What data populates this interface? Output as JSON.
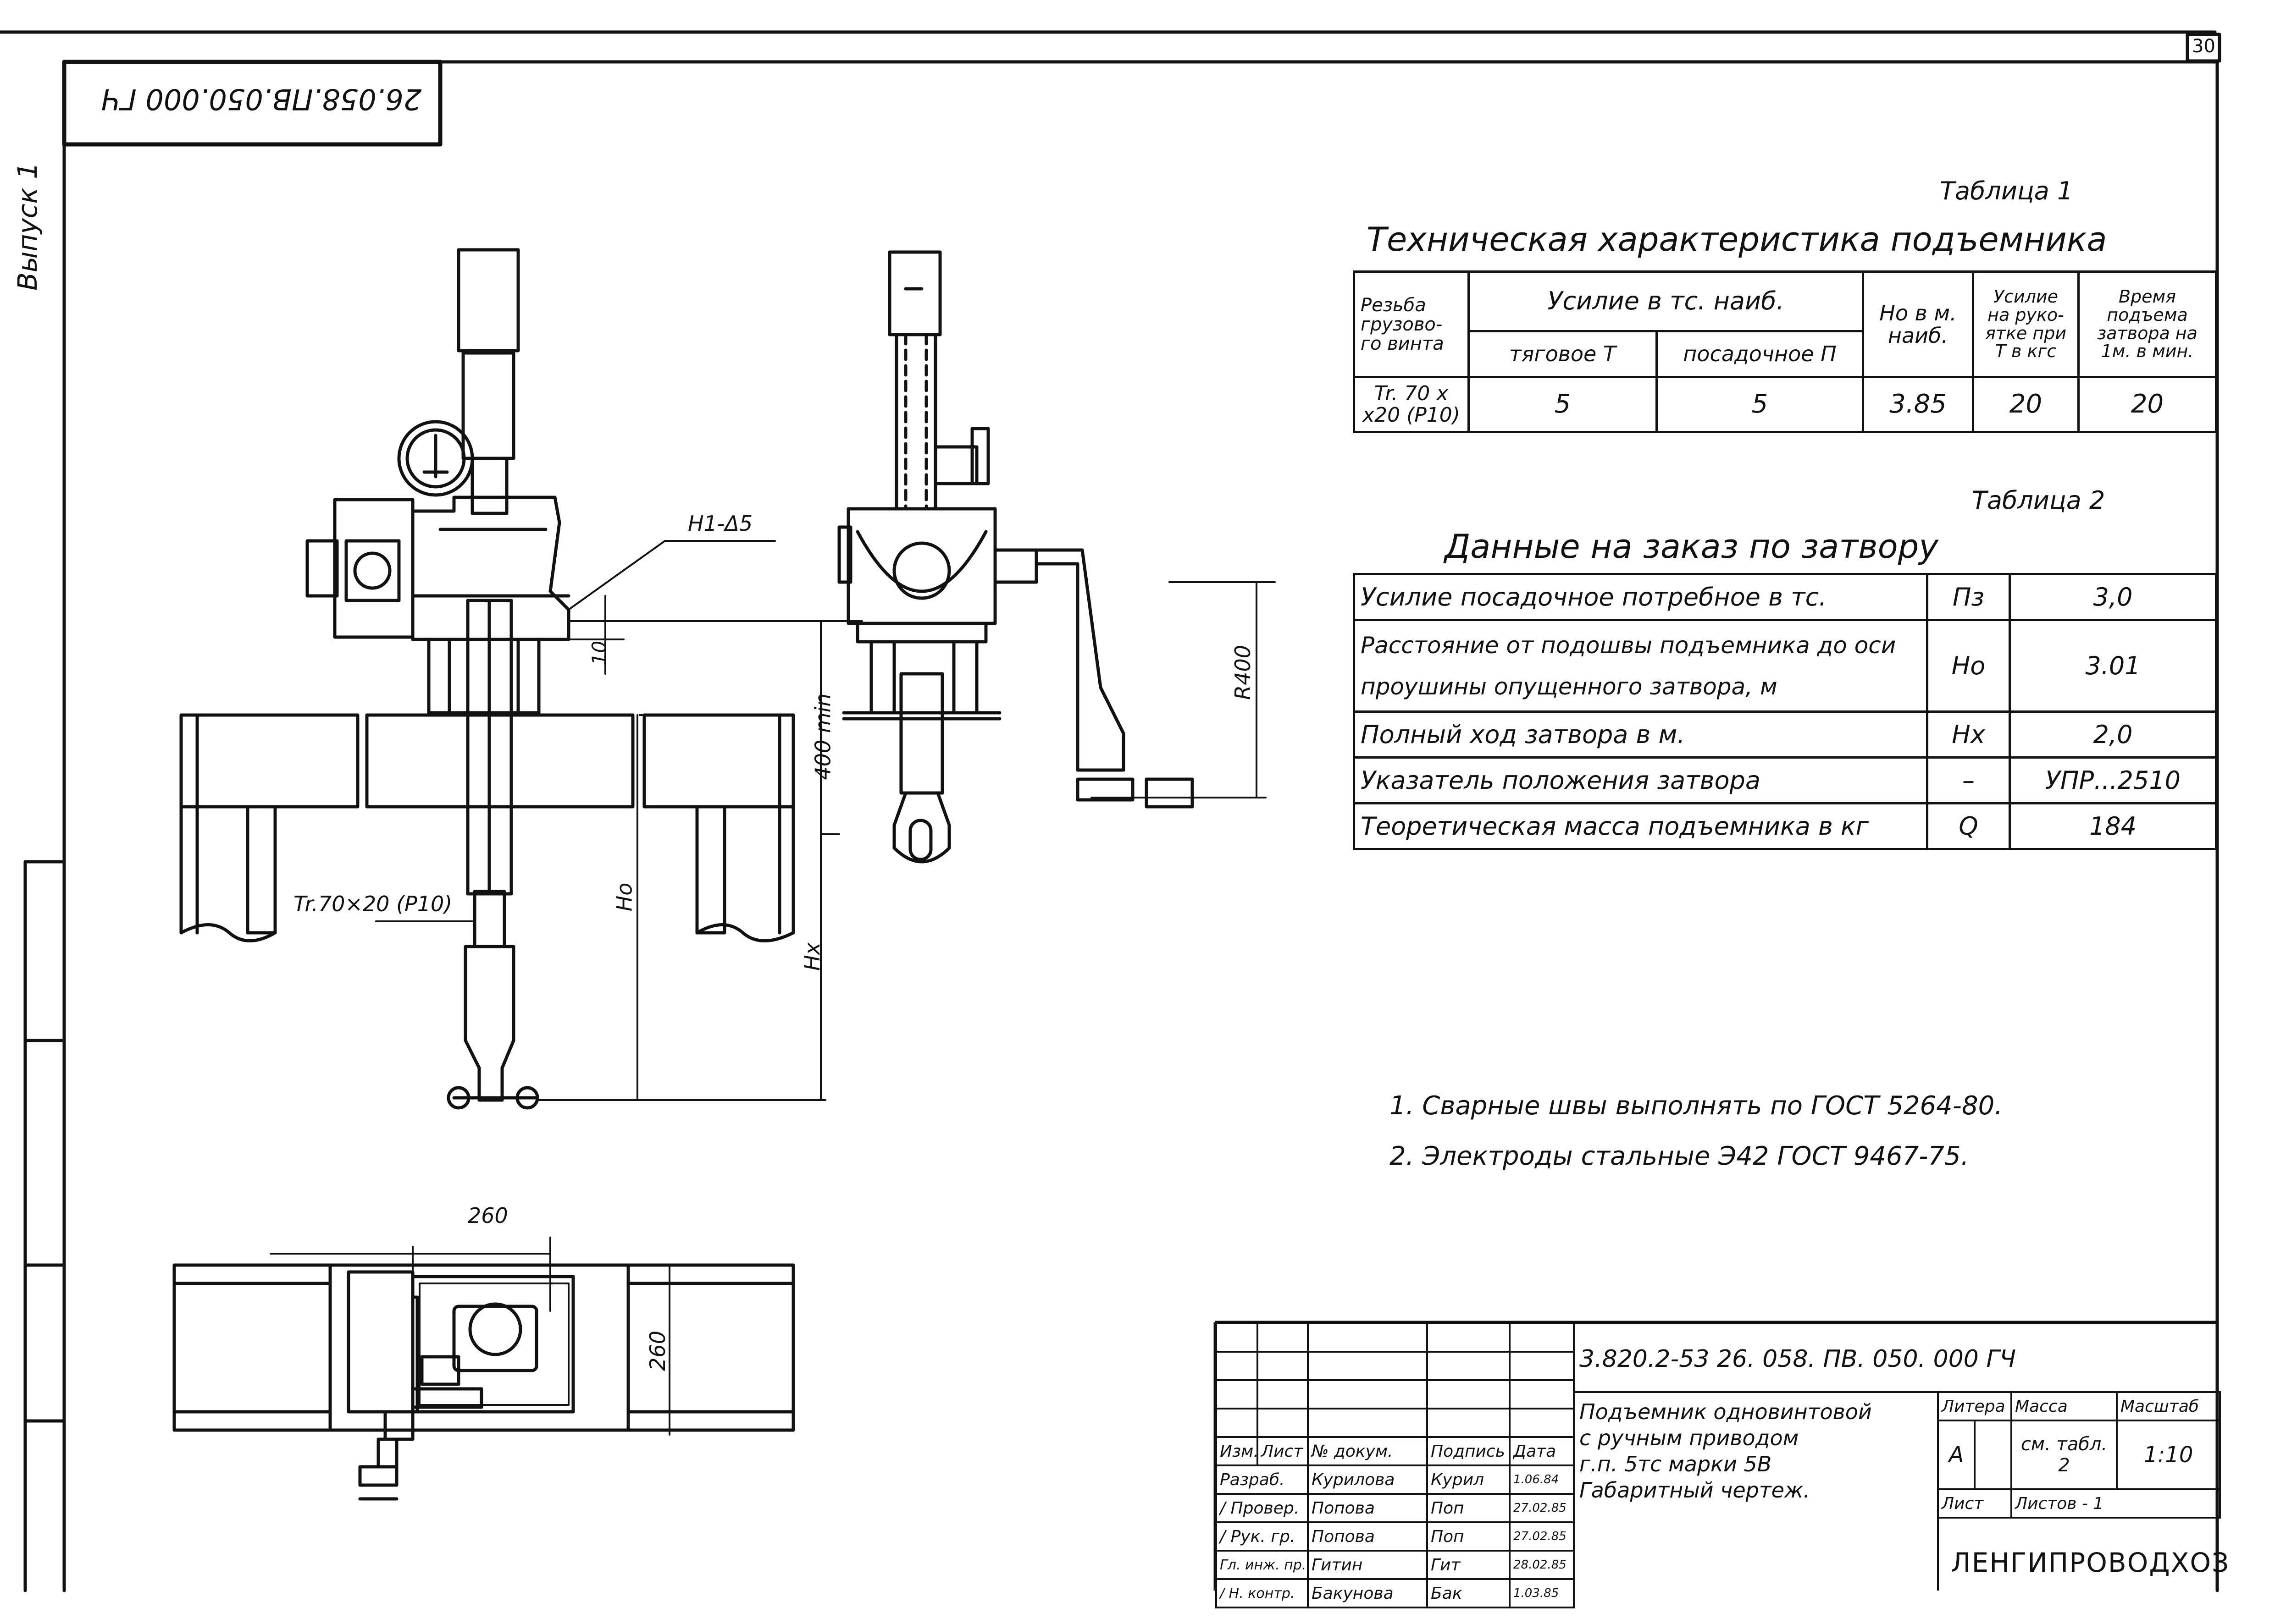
{
  "sheet_number": "30",
  "stamp_code": "26.058.ПВ.050.000 ГЧ",
  "issue_label": "Выпуск 1",
  "drawing": {
    "weld_label": "Н1-Δ5",
    "dim_10": "10",
    "dim_400min": "400 min",
    "dim_Ho": "Но",
    "dim_Hx": "Нх",
    "dim_R400": "R400",
    "thread_label": "Tr.70×20 (P10)",
    "dim_260_top": "260",
    "dim_260_side": "260"
  },
  "table1": {
    "caption": "Таблица 1",
    "title": "Техническая характеристика подъемника",
    "col_thread": "Резьба грузово-го винта",
    "col_force": "Усилие в тс. наиб.",
    "col_tension": "тяговое Т",
    "col_landing": "посадочное П",
    "col_ho": "Но в м. наиб.",
    "col_handle": "Усилие на руко-ятке при Т в кгс",
    "col_time": "Время подъема затвора на 1м. в мин.",
    "row": {
      "thread": "Tr. 70 x x20 (P10)",
      "tension": "5",
      "landing": "5",
      "ho": "3.85",
      "handle": "20",
      "time": "20"
    }
  },
  "table2": {
    "caption": "Таблица 2",
    "title": "Данные на заказ по затвору",
    "rows": [
      {
        "label": "Усилие посадочное потребное в тс.",
        "sym": "Пз",
        "val": "3,0"
      },
      {
        "label": "Расстояние от подошвы подъемника до оси проушины опущенного затвора, м",
        "sym": "Но",
        "val": "3.01"
      },
      {
        "label": "Полный ход затвора в м.",
        "sym": "Нх",
        "val": "2,0"
      },
      {
        "label": "Указатель положения затвора",
        "sym": "–",
        "val": "УПР...2510"
      },
      {
        "label": "Теоретическая масса подъемника в кг",
        "sym": "Q",
        "val": "184"
      }
    ]
  },
  "notes": [
    "1. Сварные швы выполнять по ГОСТ 5264-80.",
    "2. Электроды стальные Э42 ГОСТ 9467-75."
  ],
  "title_block": {
    "doc_code": "3.820.2-53 26. 058. ПВ. 050. 000 ГЧ",
    "name": "Подъемник одновинтовой с ручным приводом г.п. 5тс марки 5В Габаритный чертеж.",
    "name_line1": "Подъемник одновинтовой",
    "name_line2": "с ручным приводом",
    "name_line3": "г.п. 5тс марки 5В",
    "name_line4": "Габаритный чертеж.",
    "litera_label": "Литера",
    "mass_label": "Масса",
    "scale_label": "Масштаб",
    "litera": "А",
    "mass": "см. табл. 2",
    "scale": "1:10",
    "sheet_label": "Лист",
    "sheets_label": "Листов - 1",
    "org": "ЛЕНГИПРОВОДХОЗ",
    "header": {
      "izm": "Изм.",
      "list": "Лист",
      "doc": "№ докум.",
      "sign": "Подпись",
      "date": "Дата"
    },
    "staff": [
      {
        "role": "Разраб.",
        "name": "Курилова",
        "sign": "Курил",
        "date": "1.06.84",
        "mark": ""
      },
      {
        "role": "Провер.",
        "name": "Попова",
        "sign": "Поп",
        "date": "27.02.85",
        "mark": "/"
      },
      {
        "role": "Рук. гр.",
        "name": "Попова",
        "sign": "Поп",
        "date": "27.02.85",
        "mark": "/"
      },
      {
        "role": "Гл. инж. пр.",
        "name": "Гитин",
        "sign": "Гит",
        "date": "28.02.85",
        "mark": ""
      },
      {
        "role": "Н. контр.",
        "name": "Бакунова",
        "sign": "Бак",
        "date": "1.03.85",
        "mark": "/"
      }
    ]
  }
}
